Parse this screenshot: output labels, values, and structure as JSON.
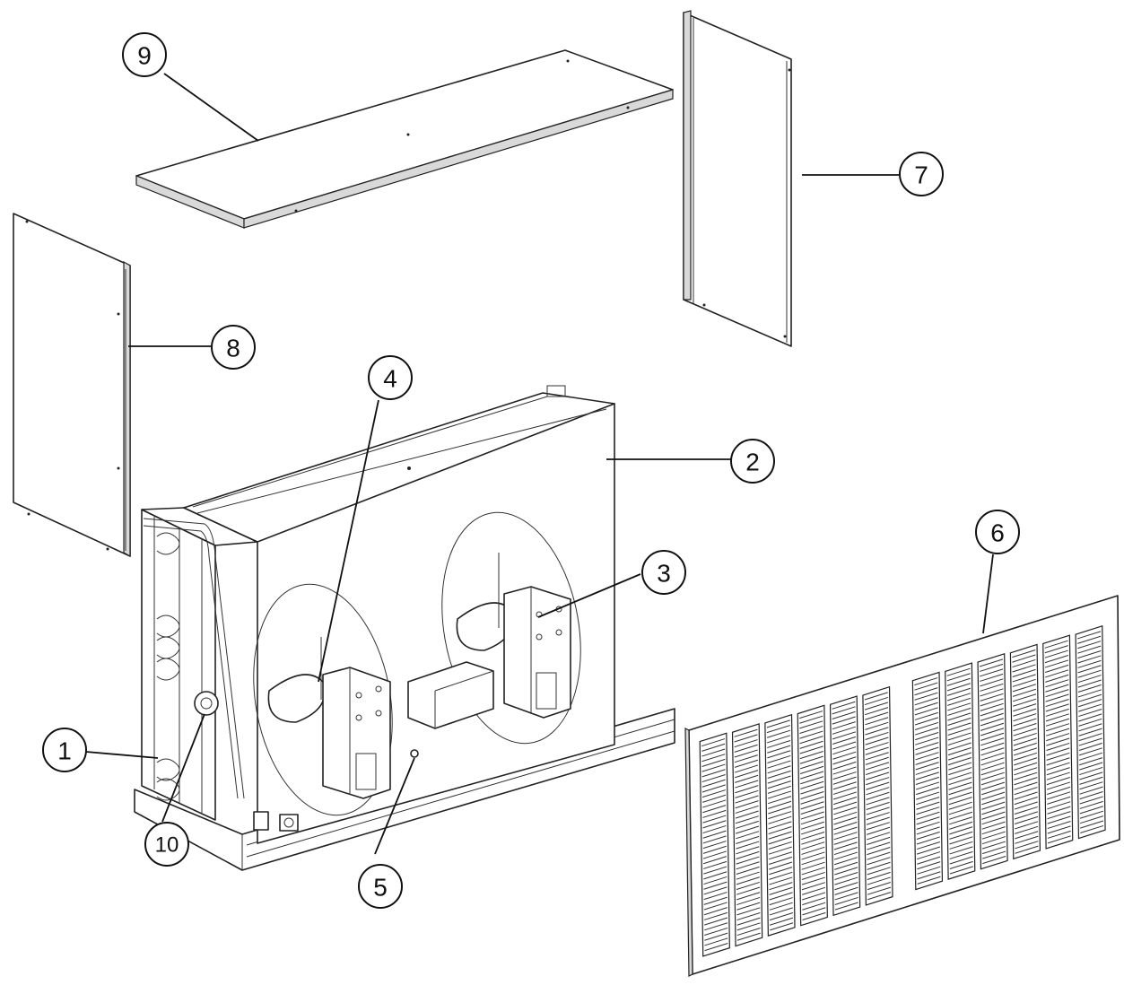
{
  "diagram": {
    "type": "exploded-parts-view",
    "callouts": [
      {
        "label": "1",
        "part": "condenser-coil"
      },
      {
        "label": "2",
        "part": "fan-panel"
      },
      {
        "label": "3",
        "part": "motor-bracket"
      },
      {
        "label": "4",
        "part": "fan-blade"
      },
      {
        "label": "5",
        "part": "base-pan"
      },
      {
        "label": "6",
        "part": "front-grille"
      },
      {
        "label": "7",
        "part": "right-side-panel"
      },
      {
        "label": "8",
        "part": "left-side-panel"
      },
      {
        "label": "9",
        "part": "top-panel"
      },
      {
        "label": "10",
        "part": "coil-fitting"
      }
    ]
  },
  "colors": {
    "line": "#222222",
    "background": "#ffffff"
  }
}
